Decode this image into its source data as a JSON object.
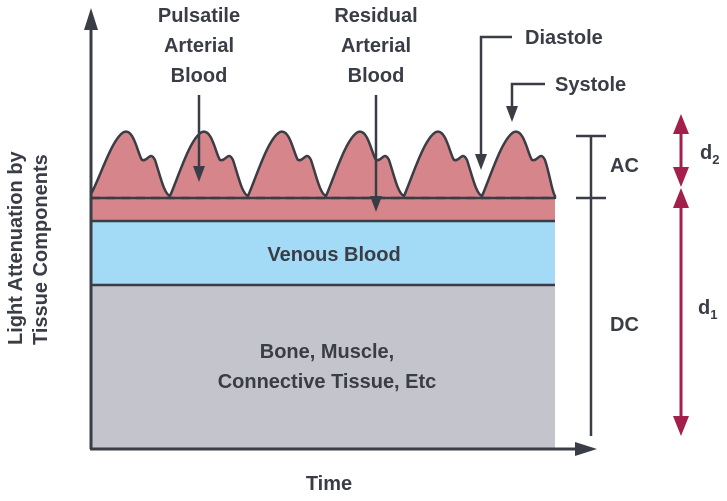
{
  "axes": {
    "y_title_line1": "Light Attenuation by",
    "y_title_line2": "Tissue Components",
    "x_title": "Time"
  },
  "layers": {
    "venous": "Venous Blood",
    "tissue_line1": "Bone, Muscle,",
    "tissue_line2": "Connective Tissue, Etc"
  },
  "callouts": {
    "pulsatile_line1": "Pulsatile",
    "pulsatile_line2": "Arterial",
    "pulsatile_line3": "Blood",
    "residual_line1": "Residual",
    "residual_line2": "Arterial",
    "residual_line3": "Blood",
    "diastole": "Diastole",
    "systole": "Systole"
  },
  "brackets": {
    "ac": "AC",
    "dc": "DC"
  },
  "distances": {
    "d2_letter": "d",
    "d2_sub": "2",
    "d1_letter": "d",
    "d1_sub": "1"
  },
  "colors": {
    "text": "#3a3d46",
    "pulsatile_fill": "#d6868a",
    "venous_fill": "#a3daf5",
    "tissue_fill": "#c3c4cc",
    "accent_arrow": "#a3204a"
  }
}
